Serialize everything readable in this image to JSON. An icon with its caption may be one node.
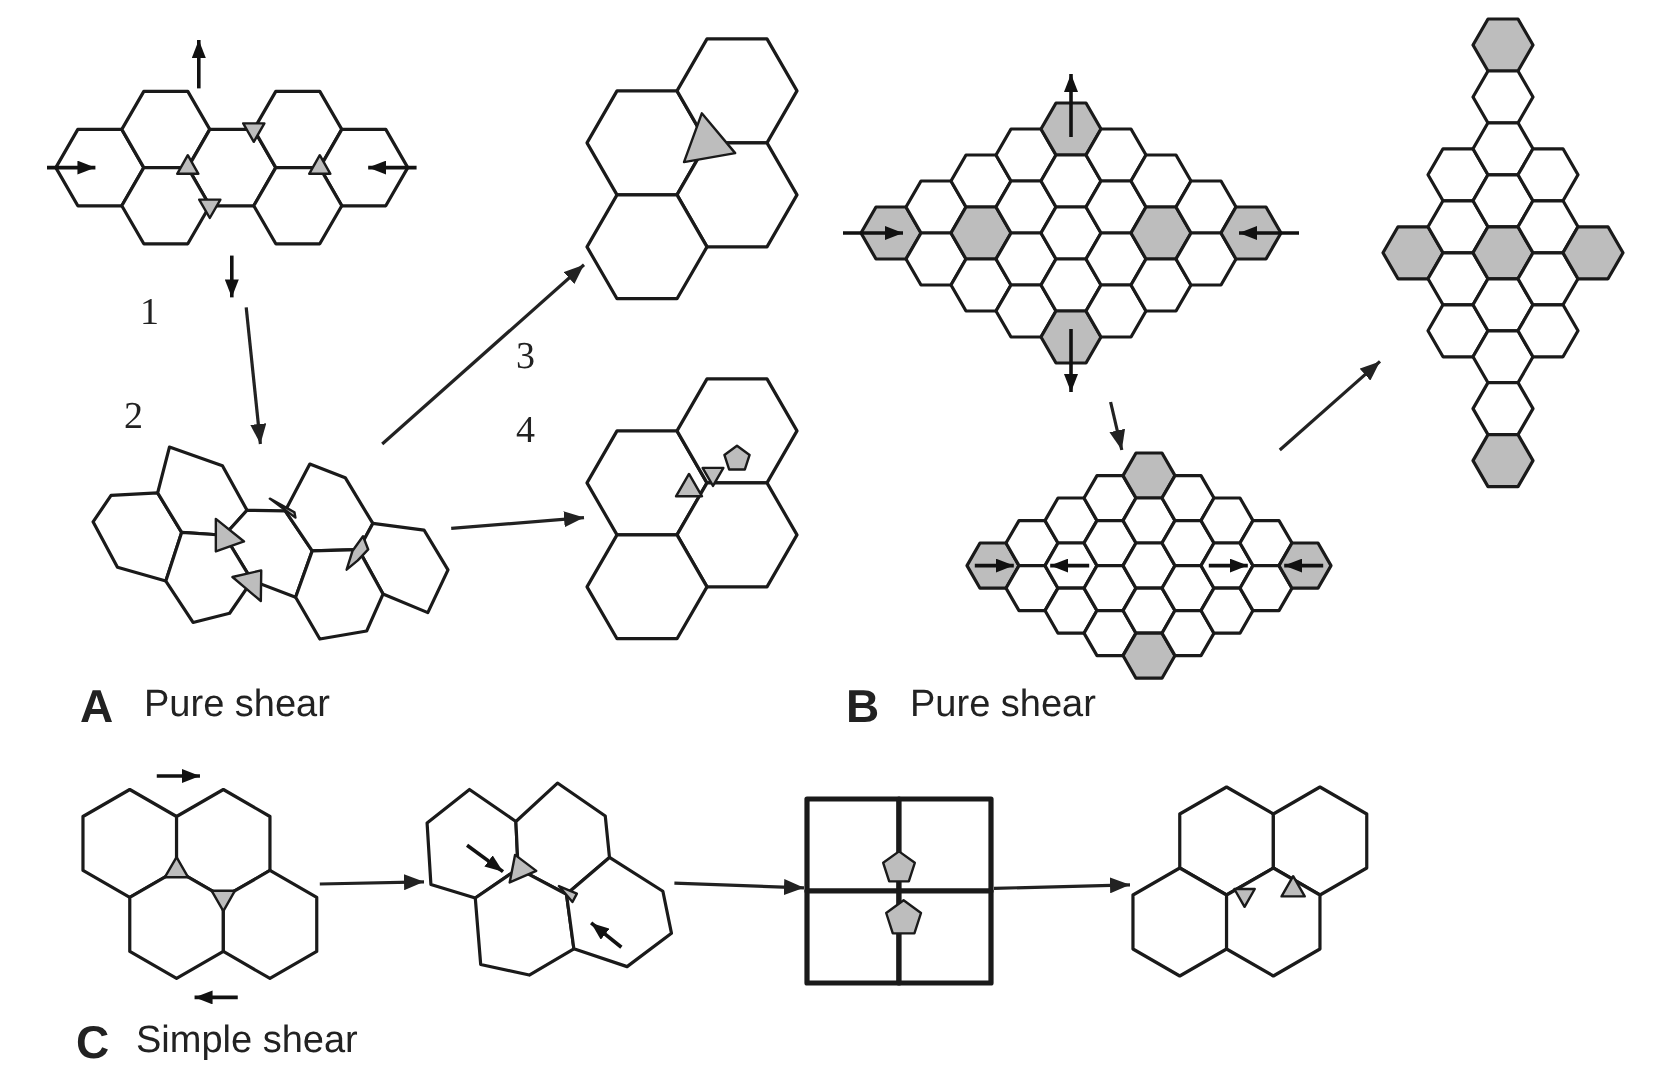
{
  "diagram": {
    "nodes": [
      {
        "text": [],
        "shape": "picture",
        "beside": [
          "1"
        ]
      },
      {
        "text": [],
        "shape": "picture",
        "beside": [
          "2"
        ]
      },
      {
        "text": [],
        "shape": "picture",
        "beside": [
          "3"
        ]
      },
      {
        "text": [],
        "shape": "picture",
        "beside": [
          "4"
        ]
      },
      {
        "text": [],
        "shape": "picture"
      },
      {
        "text": [],
        "shape": "picture"
      },
      {
        "text": [],
        "shape": "picture"
      },
      {
        "text": [],
        "shape": "picture"
      },
      {
        "text": [],
        "shape": "picture"
      },
      {
        "text": [],
        "shape": "picture"
      },
      {
        "text": [],
        "shape": "picture"
      }
    ],
    "edges": [
      {
        "from": 0,
        "to": 1,
        "arrow": "to"
      },
      {
        "from": 1,
        "to": 2,
        "arrow": "to"
      },
      {
        "from": 1,
        "to": 3,
        "arrow": "to"
      },
      {
        "from": 4,
        "to": 5,
        "arrow": "to"
      },
      {
        "from": 5,
        "to": 6,
        "arrow": "to"
      },
      {
        "from": 7,
        "to": 8,
        "arrow": "to"
      },
      {
        "from": 8,
        "to": 9,
        "arrow": "to"
      },
      {
        "from": 9,
        "to": 10,
        "arrow": "to"
      }
    ],
    "labels": [
      "A",
      "Pure shear",
      "B",
      "Pure shear",
      "C",
      "Simple shear"
    ]
  }
}
